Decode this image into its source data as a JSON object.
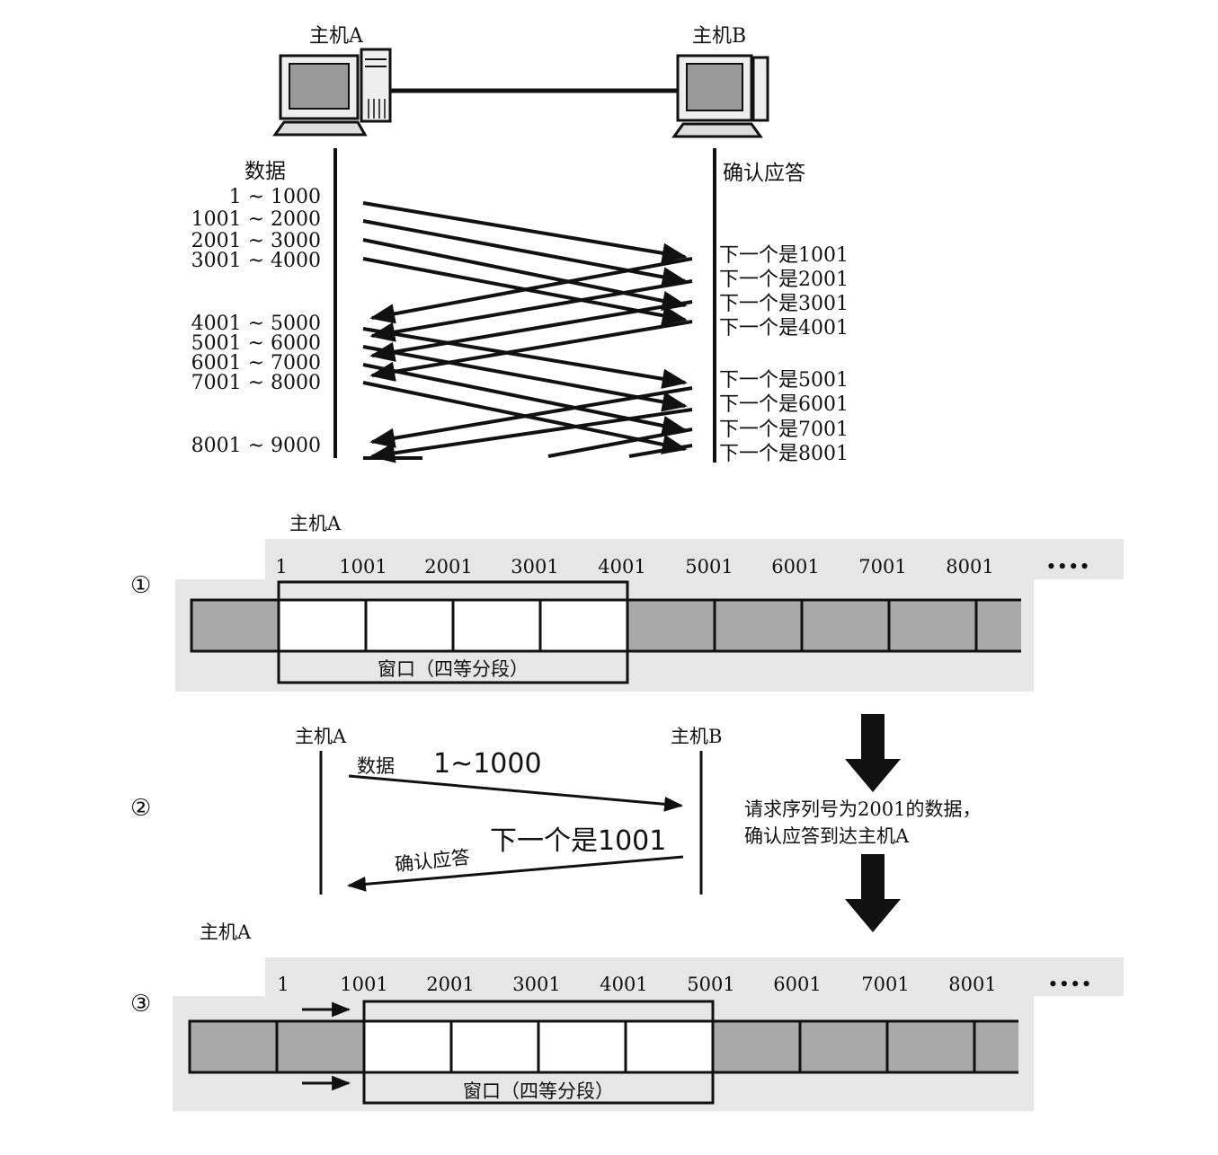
{
  "colors": {
    "ink": "#111111",
    "gray_cell": "#a9a9a9",
    "strip": "#e6e6e6"
  },
  "icons": [
    "desktop-computer-icon",
    "desktop-computer-icon",
    "arrow-down-icon",
    "arrow-down-icon",
    "arrow-right-icon"
  ],
  "top": {
    "hostA": "主机A",
    "hostB": "主机B",
    "data_label": "数据",
    "ack_label": "确认应答",
    "data_items": [
      "1 ~ 1000",
      "1001 ~ 2000",
      "2001 ~ 3000",
      "3001 ~ 4000",
      "4001 ~ 5000",
      "5001 ~ 6000",
      "6001 ~ 7000",
      "7001 ~ 8000",
      "8001 ~ 9000"
    ],
    "ack_items": [
      "下一个是1001",
      "下一个是2001",
      "下一个是3001",
      "下一个是4001",
      "下一个是5001",
      "下一个是6001",
      "下一个是7001",
      "下一个是8001"
    ]
  },
  "step1": {
    "marker": "①",
    "host": "主机A",
    "ticks": [
      "1",
      "1001",
      "2001",
      "3001",
      "4001",
      "5001",
      "6001",
      "7001",
      "8001",
      "••••"
    ],
    "window_label": "窗口（四等分段）"
  },
  "step2": {
    "marker": "②",
    "hostA": "主机A",
    "hostB": "主机B",
    "data_label": "数据",
    "data_range": "1~1000",
    "ack_label": "确认应答",
    "ack_next": "下一个是1001",
    "note_line1": "请求序列号为2001的数据，",
    "note_line2": "确认应答到达主机A"
  },
  "step3": {
    "marker": "③",
    "host": "主机A",
    "ticks": [
      "1",
      "1001",
      "2001",
      "3001",
      "4001",
      "5001",
      "6001",
      "7001",
      "8001",
      "••••"
    ],
    "window_label": "窗口（四等分段）"
  }
}
